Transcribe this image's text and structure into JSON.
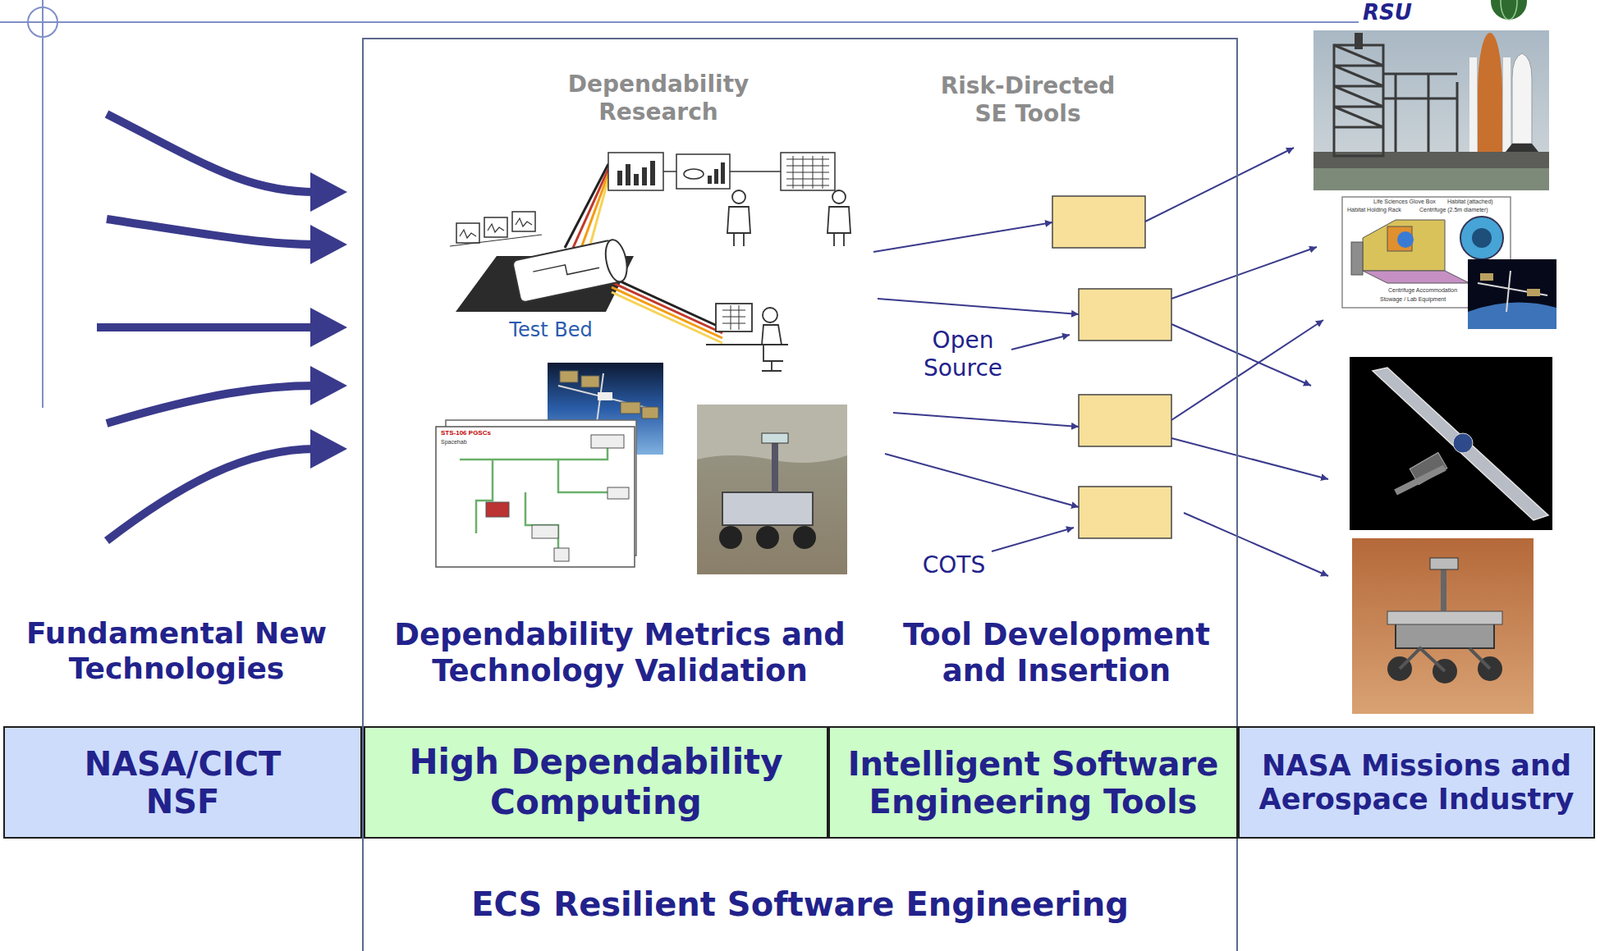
{
  "diagram": {
    "nodes": [
      {
        "text": [
          "ECS Resilient Software Engineering"
        ]
      },
      {
        "text": [
          "NASA/CICT NSF"
        ]
      },
      {
        "text": [
          "High Dependability Computing"
        ],
        "in": 0
      },
      {
        "text": [
          "Intelligent Software Engineering Tools"
        ],
        "in": 0
      },
      {
        "text": [
          "NASA Missions and Aerospace Industry"
        ]
      }
    ],
    "labels": [
      "RSU",
      "Dependability Research",
      "Risk-Directed SE Tools",
      "Test Bed",
      "Open Source",
      "COTS",
      "Fundamental New Technologies",
      "Dependability Metrics and Technology Validation",
      "Tool Development and Insertion",
      "STS-106 PGSCs",
      "Spacehab",
      "Life Sciences Glove Box",
      "Habitat (attached)",
      "Habitat Holding Rack",
      "Centrifuge (2.5m diameter)",
      "Centrifuge Accommodation",
      "Stowage / Lab Equipment"
    ]
  }
}
